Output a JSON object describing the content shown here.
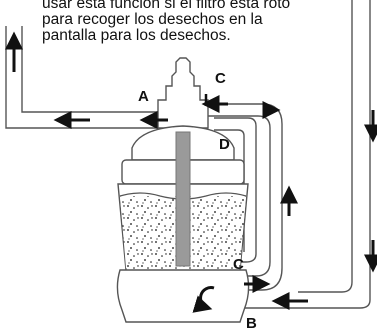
{
  "caption": {
    "lines": [
      "usar esta función si el filtro esta roto",
      "para recoger los desechos en la",
      "pantalla para los desechos."
    ]
  },
  "labels": {
    "a": "A",
    "b": "B",
    "c_top": "C",
    "c_bottom": "C",
    "d": "D"
  },
  "colors": {
    "stroke": "#555555",
    "arrow": "#111111",
    "center_pipe": "#9a9a9a",
    "background": "#ffffff"
  },
  "icons": {
    "rotate": "rotate-arrow-icon",
    "flow": "flow-arrow-icon"
  }
}
